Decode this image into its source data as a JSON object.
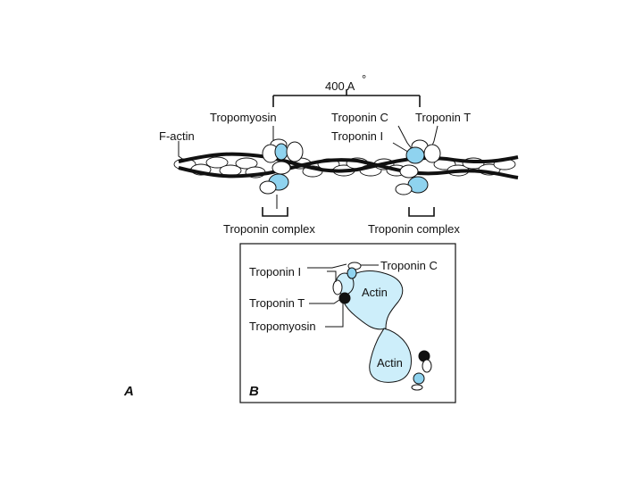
{
  "colors": {
    "accent": "#8fd3ef",
    "accent_light": "#cdeefa",
    "ink": "#111111",
    "actin_fill": "#ffffff"
  },
  "panel_a": {
    "label": "A",
    "spacing_label": "400 A",
    "spacing_degree": "°",
    "labels": {
      "tropomyosin": "Tropomyosin",
      "f_actin": "F-actin",
      "troponin_c": "Troponin C",
      "troponin_t": "Troponin T",
      "troponin_i": "Troponin I",
      "troponin_complex_left": "Troponin complex",
      "troponin_complex_right": "Troponin complex"
    }
  },
  "panel_b": {
    "label": "B",
    "labels": {
      "troponin_i": "Troponin I",
      "troponin_c": "Troponin C",
      "troponin_t": "Troponin T",
      "tropomyosin": "Tropomyosin",
      "actin_top": "Actin",
      "actin_bottom": "Actin"
    }
  }
}
